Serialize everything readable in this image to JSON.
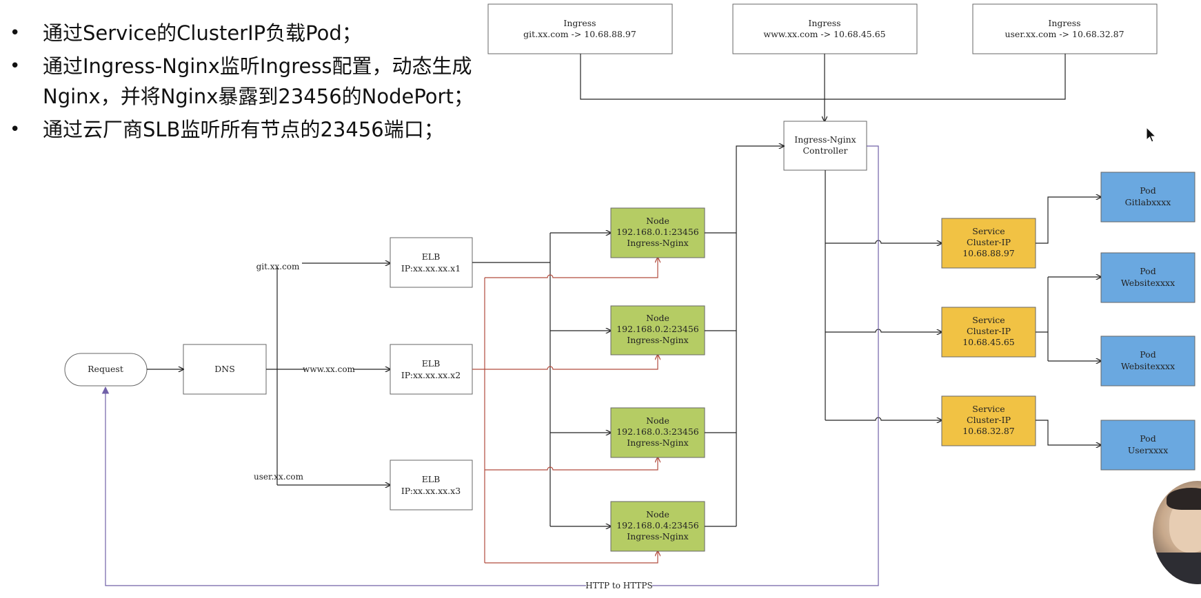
{
  "bullets": [
    "通过Service的ClusterIP负载Pod；",
    "通过Ingress-Nginx监听Ingress配置，动态生成Nginx，并将Nginx暴露到23456的NodePort；",
    "通过云厂商SLB监听所有节点的23456端口；"
  ],
  "ingress": [
    {
      "title": "Ingress",
      "rule": "git.xx.com -> 10.68.88.97"
    },
    {
      "title": "Ingress",
      "rule": "www.xx.com -> 10.68.45.65"
    },
    {
      "title": "Ingress",
      "rule": "user.xx.com -> 10.68.32.87"
    }
  ],
  "controller": [
    "Ingress-Nginx",
    "Controller"
  ],
  "request": "Request",
  "dns": "DNS",
  "domains": [
    "git.xx.com",
    "www.xx.com",
    "user.xx.com"
  ],
  "elb": [
    {
      "title": "ELB",
      "ip": "IP:xx.xx.xx.x1"
    },
    {
      "title": "ELB",
      "ip": "IP:xx.xx.xx.x2"
    },
    {
      "title": "ELB",
      "ip": "IP:xx.xx.xx.x3"
    }
  ],
  "nodes": [
    {
      "title": "Node",
      "addr": "192.168.0.1:23456",
      "role": "Ingress-Nginx"
    },
    {
      "title": "Node",
      "addr": "192.168.0.2:23456",
      "role": "Ingress-Nginx"
    },
    {
      "title": "Node",
      "addr": "192.168.0.3:23456",
      "role": "Ingress-Nginx"
    },
    {
      "title": "Node",
      "addr": "192.168.0.4:23456",
      "role": "Ingress-Nginx"
    }
  ],
  "services": [
    {
      "title": "Service",
      "type": "Cluster-IP",
      "ip": "10.68.88.97"
    },
    {
      "title": "Service",
      "type": "Cluster-IP",
      "ip": "10.68.45.65"
    },
    {
      "title": "Service",
      "type": "Cluster-IP",
      "ip": "10.68.32.87"
    }
  ],
  "pods": [
    {
      "title": "Pod",
      "name": "Gitlabxxxx"
    },
    {
      "title": "Pod",
      "name": "Websitexxxx"
    },
    {
      "title": "Pod",
      "name": "Websitexxxx"
    },
    {
      "title": "Pod",
      "name": "Userxxxx"
    }
  ],
  "return_label": "HTTP to HTTPS",
  "colors": {
    "node": "#b5cc64",
    "service": "#f1c244",
    "pod": "#6aa8e0",
    "red_link": "#b04a3c",
    "return_link": "#7060a8"
  }
}
